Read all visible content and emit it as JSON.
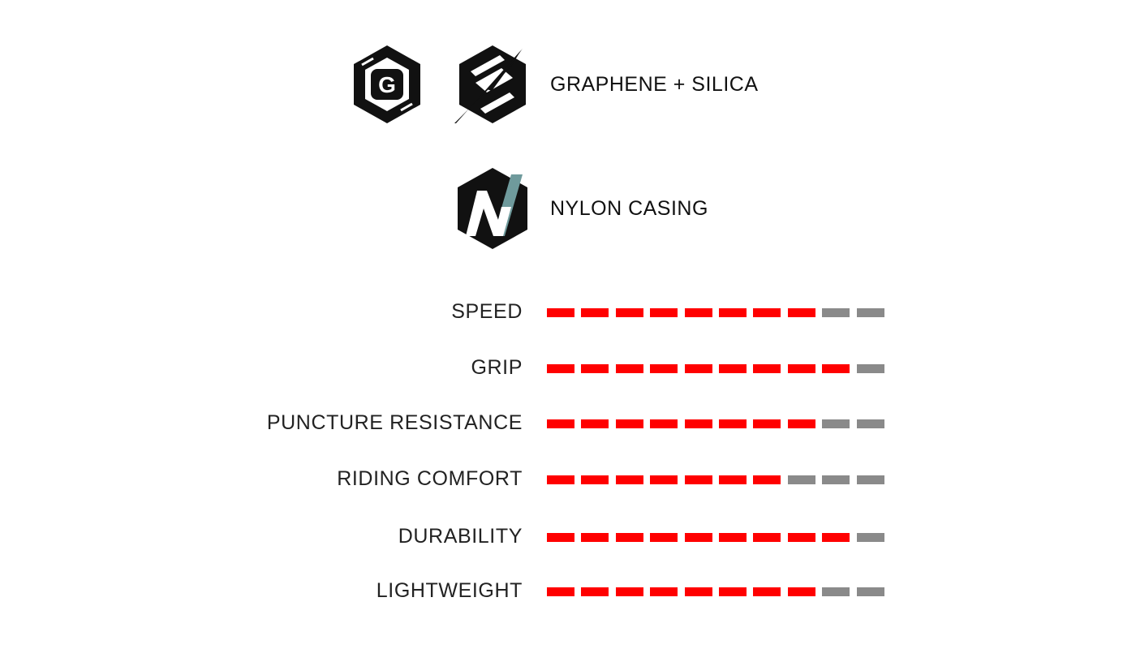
{
  "features": [
    {
      "icons": [
        "graphene-g-icon",
        "silica-bolt-icon"
      ],
      "label": "GRAPHENE + SILICA"
    },
    {
      "icons": [
        "nylon-n-icon"
      ],
      "label": "NYLON CASING"
    }
  ],
  "colors": {
    "active": "#ff0000",
    "inactive": "#8a8a8a",
    "icon": "#111111",
    "nylon_accent": "#6f9a9c"
  },
  "rating_scale_max": 10,
  "ratings": [
    {
      "label": "SPEED",
      "value": 8
    },
    {
      "label": "GRIP",
      "value": 9
    },
    {
      "label": "PUNCTURE RESISTANCE",
      "value": 8
    },
    {
      "label": "RIDING COMFORT",
      "value": 7
    },
    {
      "label": "DURABILITY",
      "value": 9
    },
    {
      "label": "LIGHTWEIGHT",
      "value": 8
    }
  ]
}
